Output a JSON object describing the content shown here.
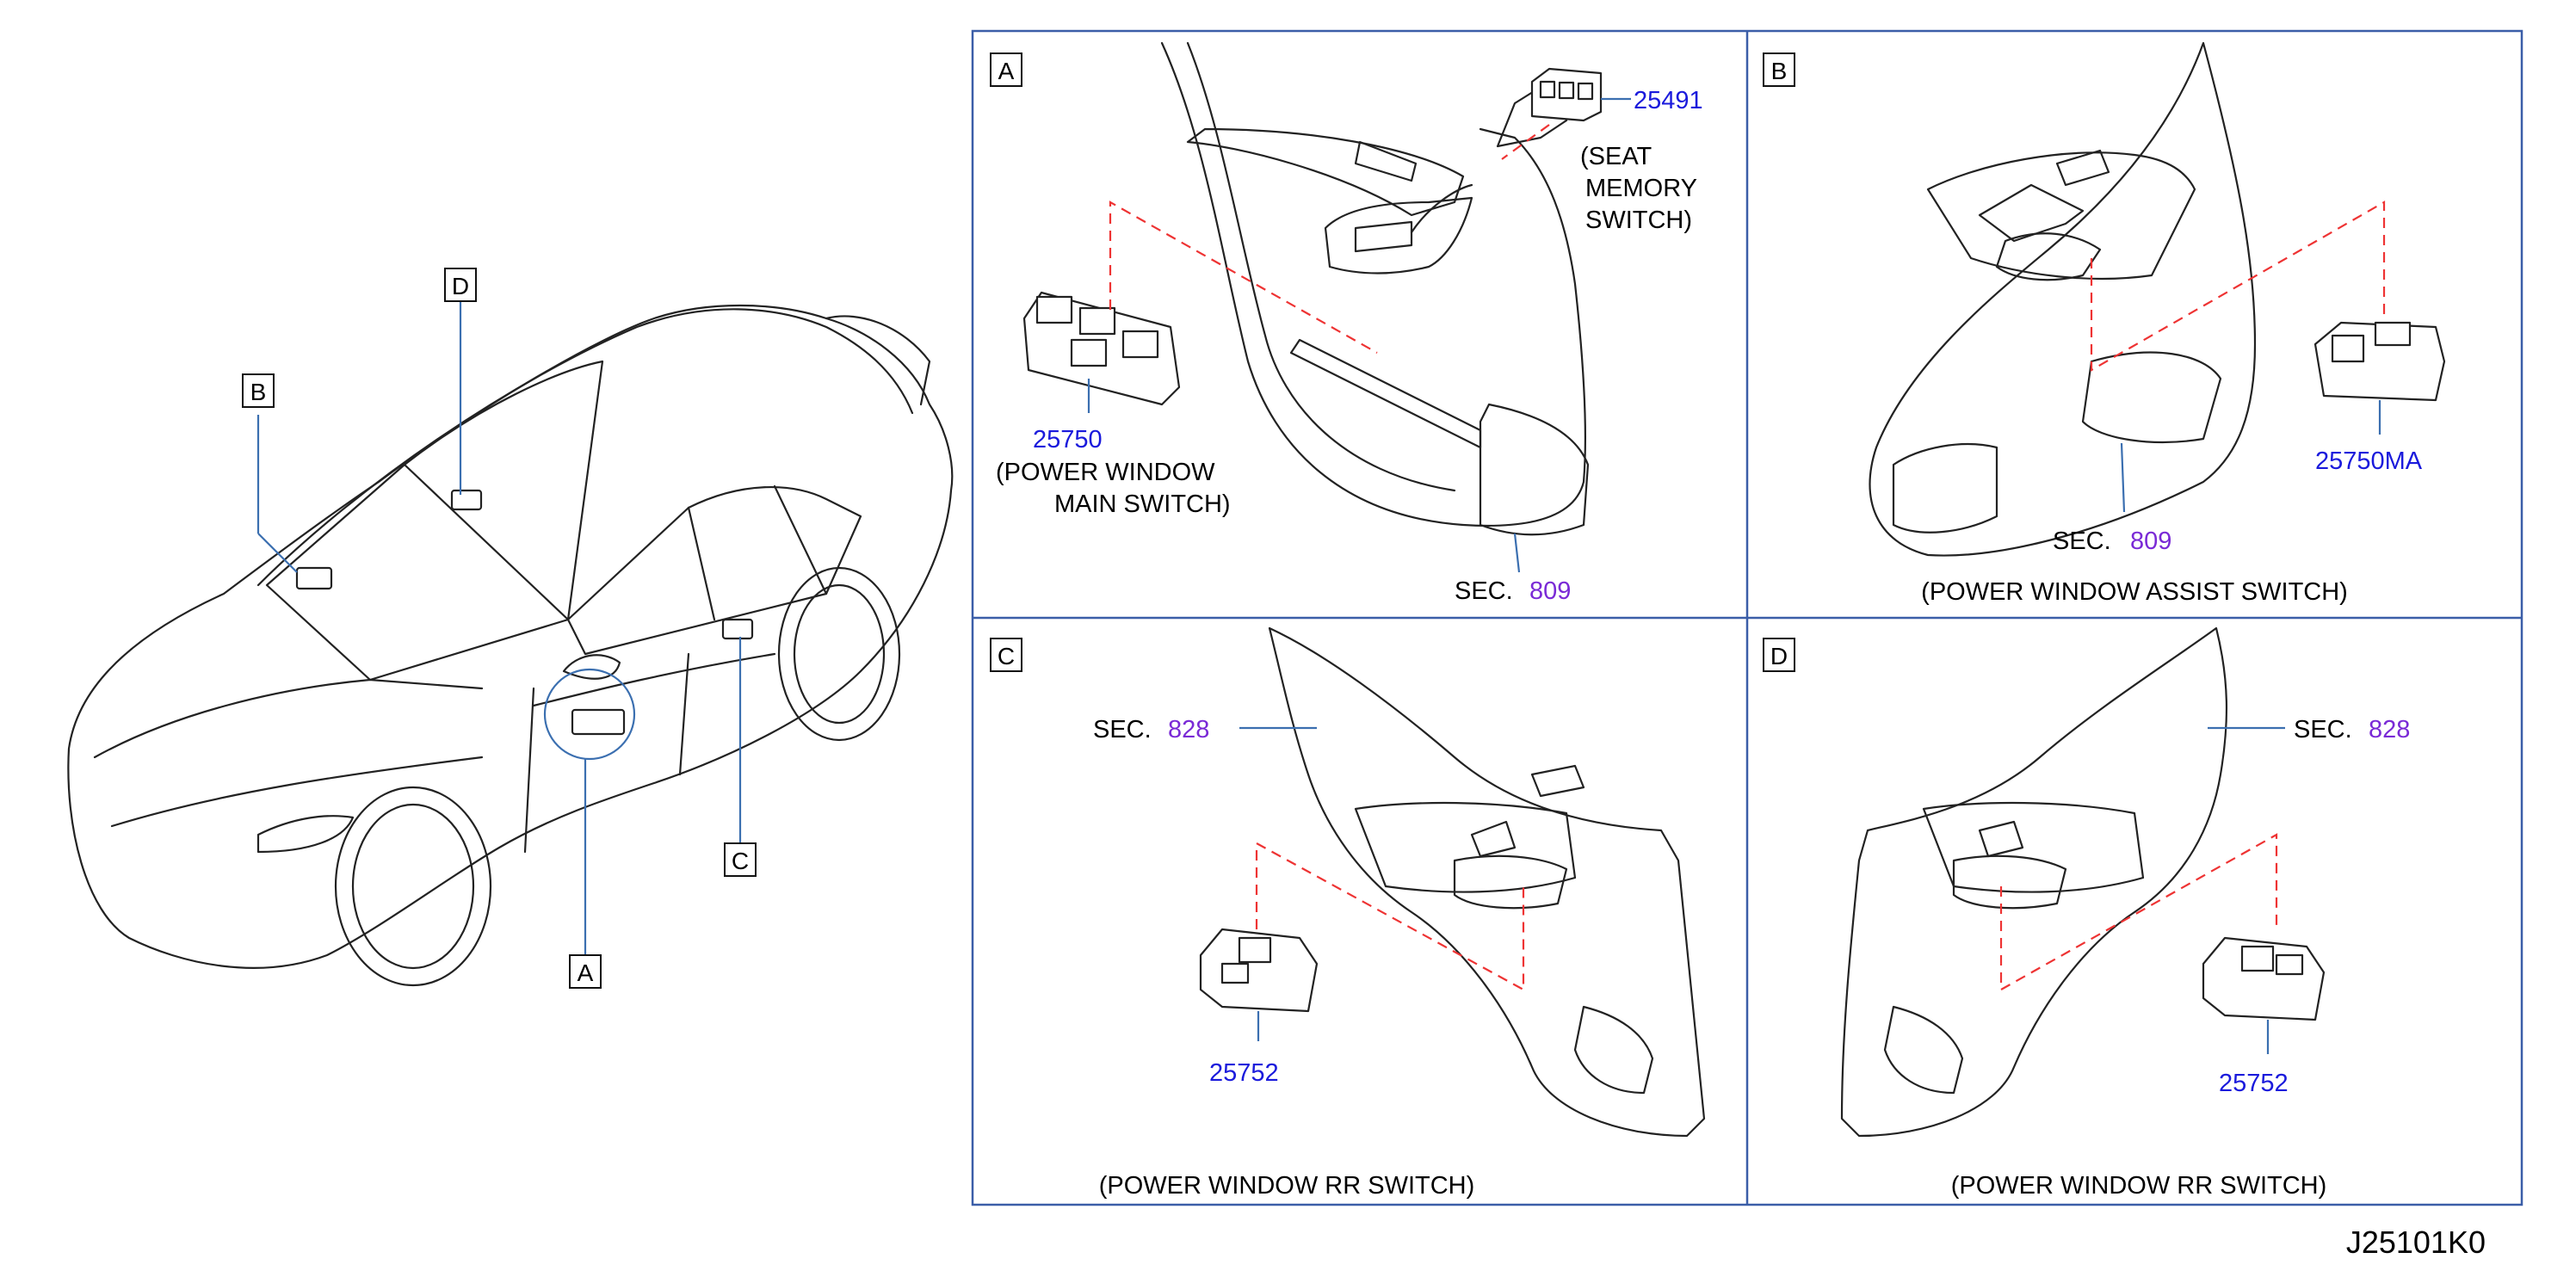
{
  "figure_code": "J25101K0",
  "overview": {
    "callouts": [
      "A",
      "B",
      "C",
      "D"
    ]
  },
  "panels": [
    {
      "id": "A",
      "parts": [
        {
          "number": "25491",
          "description": [
            "(SEAT",
            "MEMORY",
            "SWITCH)"
          ]
        },
        {
          "number": "25750",
          "description": [
            "(POWER   WINDOW",
            "MAIN   SWITCH)"
          ]
        }
      ],
      "section": {
        "prefix": "SEC.",
        "number": "809"
      }
    },
    {
      "id": "B",
      "parts": [
        {
          "number": "25750MA"
        }
      ],
      "section": {
        "prefix": "SEC.",
        "number": "809"
      },
      "caption": "(POWER   WINDOW   ASSIST   SWITCH)"
    },
    {
      "id": "C",
      "parts": [
        {
          "number": "25752"
        }
      ],
      "section": {
        "prefix": "SEC.",
        "number": "828"
      },
      "caption": "(POWER   WINDOW   RR   SWITCH)"
    },
    {
      "id": "D",
      "parts": [
        {
          "number": "25752"
        }
      ],
      "section": {
        "prefix": "SEC.",
        "number": "828"
      },
      "caption": "(POWER   WINDOW   RR   SWITCH)"
    }
  ],
  "colors": {
    "part_number": "#1a1adc",
    "section_number": "#7a2ad6",
    "frame": "#3b5ea8",
    "leader": "#3b6fb0",
    "dashed_guide": "#ee3333"
  }
}
